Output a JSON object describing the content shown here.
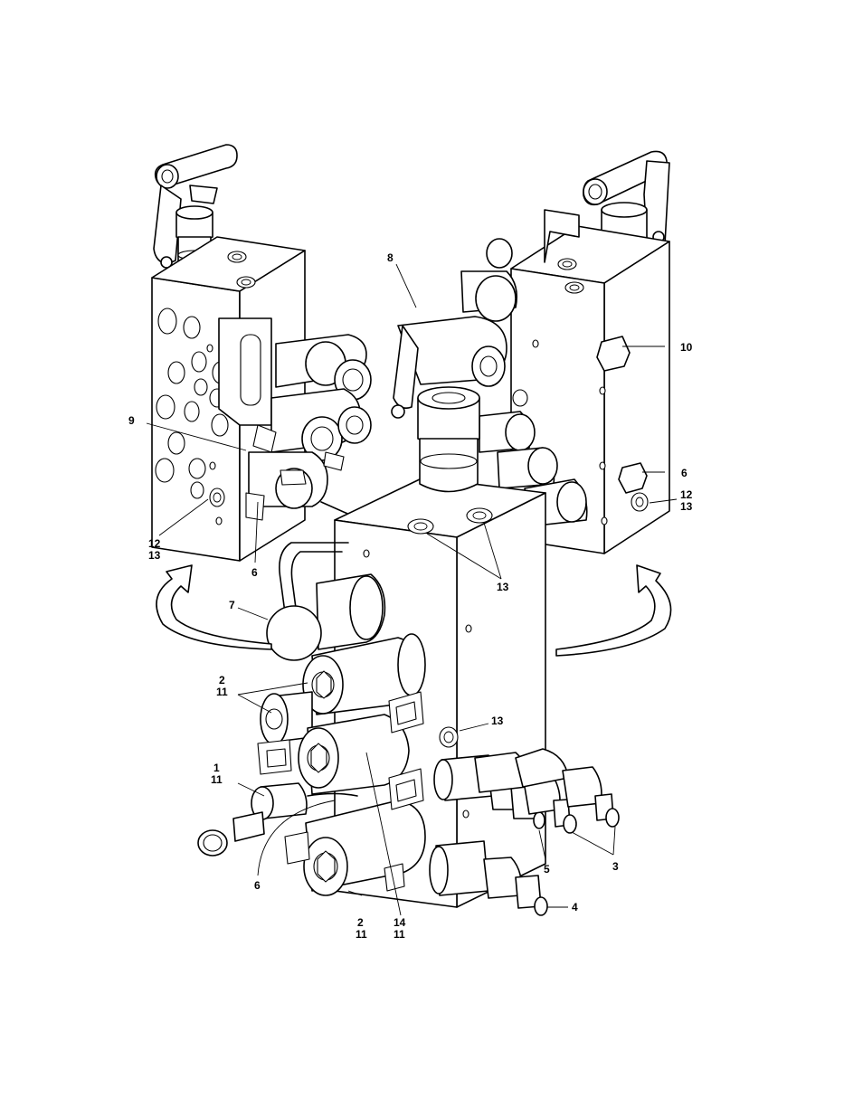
{
  "callouts": {
    "c1": "1",
    "c2a": "2",
    "c2b": "2",
    "c3": "3",
    "c4": "4",
    "c5": "5",
    "c6a": "6",
    "c6b": "6",
    "c6c": "6",
    "c7": "7",
    "c8": "8",
    "c9": "9",
    "c10": "10",
    "c11a": "11",
    "c11b": "11",
    "c11c": "11",
    "c11d": "11",
    "c12a": "12",
    "c12b": "12",
    "c13a": "13",
    "c13b": "13",
    "c13c": "13",
    "c13d": "13",
    "c14": "14"
  }
}
